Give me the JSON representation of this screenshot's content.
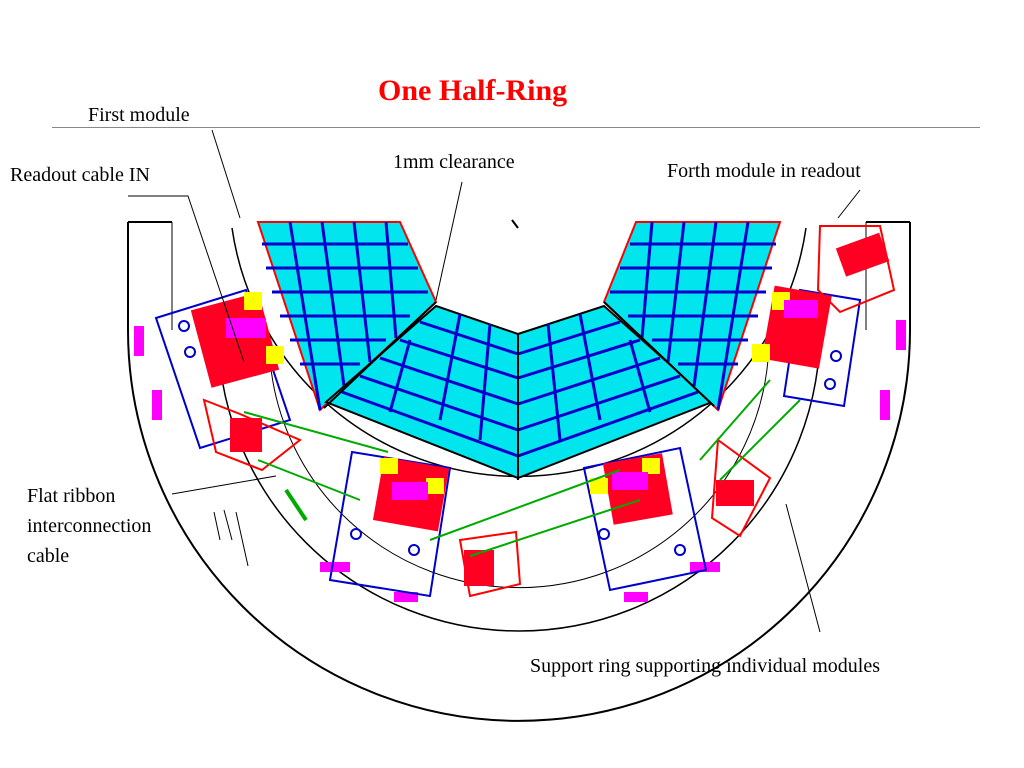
{
  "slide": {
    "title": "One Half-Ring",
    "labels": {
      "first_module": "First module",
      "readout_cable_in": "Readout cable IN",
      "clearance": "1mm clearance",
      "forth_module": "Forth module in readout",
      "flat_ribbon": "Flat ribbon interconnection cable",
      "support_ring": "Support ring supporting individual modules"
    }
  },
  "colors": {
    "title": "#ff0000",
    "crystal_fill": "#00e5ee",
    "crystal_grid": "#0000cc",
    "electronics": "#ff0022",
    "connector": "#ffff00",
    "ribbon_cable": "#00aa00",
    "support_outline": "#000000",
    "bracket_outline": "#0000cc",
    "fastener": "#ff00ff"
  },
  "diagram": {
    "module_count": 4
  }
}
